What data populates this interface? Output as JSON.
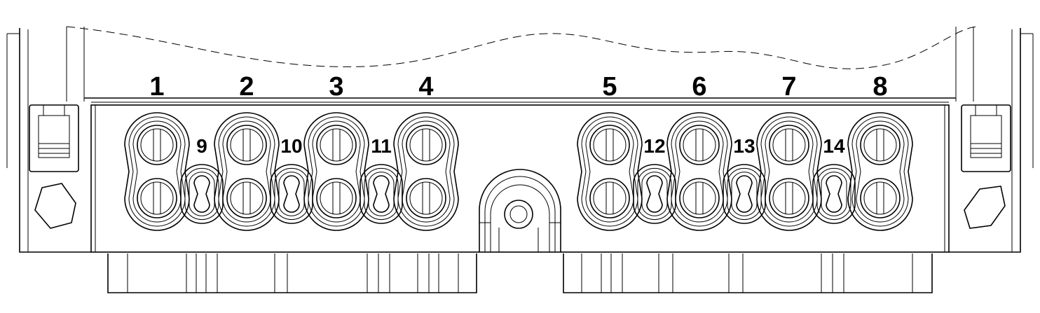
{
  "figure": {
    "top_labels": [
      "1",
      "2",
      "3",
      "4",
      "5",
      "6",
      "7",
      "8"
    ],
    "small_labels": [
      "9",
      "10",
      "11",
      "12",
      "13",
      "14"
    ],
    "colors": {
      "line": "#000000",
      "background": "#ffffff"
    }
  }
}
